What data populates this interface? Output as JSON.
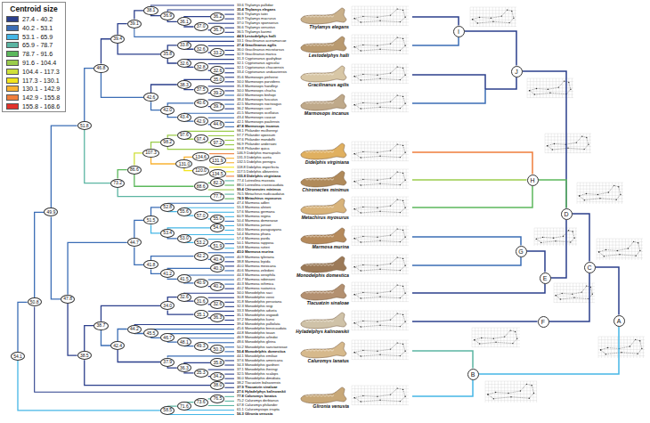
{
  "diagram": {
    "nodes": [
      {
        "text": [
          "54.1"
        ]
      },
      {
        "text": [
          "50.8"
        ]
      },
      {
        "text": [
          "49.9"
        ]
      },
      {
        "text": [
          "51.8"
        ]
      },
      {
        "text": [
          "46.8"
        ]
      },
      {
        "text": [
          "39.4"
        ]
      },
      {
        "text": [
          "39.1"
        ]
      },
      {
        "text": [
          "38.1"
        ]
      },
      {
        "text": [
          "36.9"
        ]
      },
      {
        "text": [
          "36.1"
        ]
      },
      {
        "text": [
          "36.2"
        ]
      },
      {
        "text": [
          "37.0"
        ]
      },
      {
        "text": [
          "36.7"
        ]
      },
      {
        "text": [
          "35.8"
        ]
      },
      {
        "text": [
          "33.8"
        ]
      },
      {
        "text": [
          "32.6"
        ]
      },
      {
        "text": [
          "33.2"
        ]
      },
      {
        "text": [
          "32.6"
        ]
      },
      {
        "text": [
          "32.8"
        ]
      },
      {
        "text": [
          "32.6"
        ]
      },
      {
        "text": [
          "42.6"
        ]
      },
      {
        "text": [
          "38.3"
        ]
      },
      {
        "text": [
          "35.0"
        ]
      },
      {
        "text": [
          "37.5"
        ]
      },
      {
        "text": [
          "39.2"
        ]
      },
      {
        "text": [
          "42.0"
        ]
      },
      {
        "text": [
          "40.6"
        ]
      },
      {
        "text": [
          "39.7"
        ]
      },
      {
        "text": [
          "43.4"
        ]
      },
      {
        "text": [
          "42.9"
        ]
      },
      {
        "text": [
          "44.6"
        ]
      },
      {
        "text": [
          "73.2"
        ]
      },
      {
        "text": [
          "86.6"
        ]
      },
      {
        "text": [
          "107.3"
        ]
      },
      {
        "text": [
          "98.2"
        ]
      },
      {
        "text": [
          "97.6"
        ]
      },
      {
        "text": [
          "97.4"
        ]
      },
      {
        "text": [
          "97.2"
        ]
      },
      {
        "text": [
          "131.0"
        ]
      },
      {
        "text": [
          "134.6"
        ]
      },
      {
        "text": [
          "131.9"
        ]
      },
      {
        "text": [
          "120.0"
        ]
      },
      {
        "text": [
          "134.5"
        ]
      },
      {
        "text": [
          "88.6"
        ]
      },
      {
        "text": [
          "82.3"
        ]
      },
      {
        "text": [
          "77.7"
        ]
      },
      {
        "text": [
          "47.8"
        ]
      },
      {
        "text": [
          "44.7"
        ]
      },
      {
        "text": [
          "51.5"
        ]
      },
      {
        "text": [
          "52.8"
        ]
      },
      {
        "text": [
          "55.6"
        ]
      },
      {
        "text": [
          "57.0"
        ]
      },
      {
        "text": [
          "55.0"
        ]
      },
      {
        "text": [
          "53.4"
        ]
      },
      {
        "text": [
          "54.6"
        ]
      },
      {
        "text": [
          "53.0"
        ]
      },
      {
        "text": [
          "53.2"
        ]
      },
      {
        "text": [
          "51.9"
        ]
      },
      {
        "text": [
          "41.8"
        ]
      },
      {
        "text": [
          "42.2"
        ]
      },
      {
        "text": [
          "40.4"
        ]
      },
      {
        "text": [
          "41.2"
        ]
      },
      {
        "text": [
          "40.3"
        ]
      },
      {
        "text": [
          "41.5"
        ]
      },
      {
        "text": [
          "40.9"
        ]
      },
      {
        "text": [
          "40.2"
        ]
      },
      {
        "text": [
          "38.5"
        ]
      },
      {
        "text": [
          "38.7"
        ]
      },
      {
        "text": [
          "34.0"
        ]
      },
      {
        "text": [
          "32.6"
        ]
      },
      {
        "text": [
          "31.6"
        ]
      },
      {
        "text": [
          "32.6"
        ]
      },
      {
        "text": [
          "35.1"
        ]
      },
      {
        "text": [
          "36.3"
        ]
      },
      {
        "text": [
          "42.4"
        ]
      },
      {
        "text": [
          "44.2"
        ]
      },
      {
        "text": [
          "45.5"
        ]
      },
      {
        "text": [
          "46.7"
        ]
      },
      {
        "text": [
          "48.1"
        ]
      },
      {
        "text": [
          "49.3"
        ]
      },
      {
        "text": [
          "50.3"
        ]
      },
      {
        "text": [
          "37.9"
        ]
      },
      {
        "text": [
          "36.3"
        ]
      },
      {
        "text": [
          "35.8"
        ]
      },
      {
        "text": [
          "35.3"
        ]
      },
      {
        "text": [
          "34.2"
        ]
      },
      {
        "text": [
          "38.0"
        ]
      },
      {
        "text": [
          "58.5"
        ]
      },
      {
        "text": [
          "71.6"
        ]
      },
      {
        "text": [
          "73.6"
        ]
      },
      {
        "text": [
          "76.5"
        ]
      },
      {
        "text": [
          "A"
        ]
      },
      {
        "text": [
          "B"
        ]
      },
      {
        "text": [
          "C"
        ]
      },
      {
        "text": [
          "D"
        ]
      },
      {
        "text": [
          "E"
        ]
      },
      {
        "text": [
          "F"
        ]
      },
      {
        "text": [
          "G"
        ]
      },
      {
        "text": [
          "H"
        ]
      },
      {
        "text": [
          "I"
        ]
      },
      {
        "text": [
          "J"
        ]
      }
    ],
    "edges": [
      {
        "from": 0,
        "to": 1,
        "arrow": "none"
      },
      {
        "from": 1,
        "to": 2,
        "arrow": "none"
      },
      {
        "from": 2,
        "to": 3,
        "arrow": "none"
      },
      {
        "from": 3,
        "to": 4,
        "arrow": "none"
      },
      {
        "from": 4,
        "to": 5,
        "arrow": "none"
      },
      {
        "from": 5,
        "to": 6,
        "arrow": "none"
      },
      {
        "from": 6,
        "to": 7,
        "arrow": "none"
      },
      {
        "from": 7,
        "to": 8,
        "arrow": "none"
      },
      {
        "from": 8,
        "to": 9,
        "arrow": "none"
      },
      {
        "from": 9,
        "to": 10,
        "arrow": "none"
      },
      {
        "from": 9,
        "to": 11,
        "arrow": "none"
      },
      {
        "from": 11,
        "to": 12,
        "arrow": "none"
      },
      {
        "from": 5,
        "to": 13,
        "arrow": "none"
      },
      {
        "from": 13,
        "to": 14,
        "arrow": "none"
      },
      {
        "from": 14,
        "to": 15,
        "arrow": "none"
      },
      {
        "from": 15,
        "to": 16,
        "arrow": "none"
      },
      {
        "from": 13,
        "to": 17,
        "arrow": "none"
      },
      {
        "from": 17,
        "to": 18,
        "arrow": "none"
      },
      {
        "from": 18,
        "to": 19,
        "arrow": "none"
      },
      {
        "from": 4,
        "to": 20,
        "arrow": "none"
      },
      {
        "from": 20,
        "to": 21,
        "arrow": "none"
      },
      {
        "from": 21,
        "to": 22,
        "arrow": "none"
      },
      {
        "from": 21,
        "to": 23,
        "arrow": "none"
      },
      {
        "from": 23,
        "to": 24,
        "arrow": "none"
      },
      {
        "from": 20,
        "to": 25,
        "arrow": "none"
      },
      {
        "from": 25,
        "to": 26,
        "arrow": "none"
      },
      {
        "from": 26,
        "to": 27,
        "arrow": "none"
      },
      {
        "from": 25,
        "to": 28,
        "arrow": "none"
      },
      {
        "from": 28,
        "to": 29,
        "arrow": "none"
      },
      {
        "from": 29,
        "to": 30,
        "arrow": "none"
      },
      {
        "from": 3,
        "to": 31,
        "arrow": "none"
      },
      {
        "from": 31,
        "to": 32,
        "arrow": "none"
      },
      {
        "from": 32,
        "to": 33,
        "arrow": "none"
      },
      {
        "from": 33,
        "to": 34,
        "arrow": "none"
      },
      {
        "from": 34,
        "to": 35,
        "arrow": "none"
      },
      {
        "from": 35,
        "to": 36,
        "arrow": "none"
      },
      {
        "from": 36,
        "to": 37,
        "arrow": "none"
      },
      {
        "from": 33,
        "to": 38,
        "arrow": "none"
      },
      {
        "from": 38,
        "to": 39,
        "arrow": "none"
      },
      {
        "from": 39,
        "to": 40,
        "arrow": "none"
      },
      {
        "from": 38,
        "to": 41,
        "arrow": "none"
      },
      {
        "from": 41,
        "to": 42,
        "arrow": "none"
      },
      {
        "from": 32,
        "to": 43,
        "arrow": "none"
      },
      {
        "from": 43,
        "to": 44,
        "arrow": "none"
      },
      {
        "from": 31,
        "to": 45,
        "arrow": "none"
      },
      {
        "from": 2,
        "to": 46,
        "arrow": "none"
      },
      {
        "from": 46,
        "to": 47,
        "arrow": "none"
      },
      {
        "from": 47,
        "to": 48,
        "arrow": "none"
      },
      {
        "from": 48,
        "to": 49,
        "arrow": "none"
      },
      {
        "from": 49,
        "to": 50,
        "arrow": "none"
      },
      {
        "from": 50,
        "to": 51,
        "arrow": "none"
      },
      {
        "from": 51,
        "to": 52,
        "arrow": "none"
      },
      {
        "from": 48,
        "to": 53,
        "arrow": "none"
      },
      {
        "from": 53,
        "to": 54,
        "arrow": "none"
      },
      {
        "from": 53,
        "to": 55,
        "arrow": "none"
      },
      {
        "from": 55,
        "to": 56,
        "arrow": "none"
      },
      {
        "from": 56,
        "to": 57,
        "arrow": "none"
      },
      {
        "from": 47,
        "to": 58,
        "arrow": "none"
      },
      {
        "from": 58,
        "to": 59,
        "arrow": "none"
      },
      {
        "from": 59,
        "to": 60,
        "arrow": "none"
      },
      {
        "from": 58,
        "to": 61,
        "arrow": "none"
      },
      {
        "from": 61,
        "to": 62,
        "arrow": "none"
      },
      {
        "from": 61,
        "to": 63,
        "arrow": "none"
      },
      {
        "from": 63,
        "to": 64,
        "arrow": "none"
      },
      {
        "from": 64,
        "to": 65,
        "arrow": "none"
      },
      {
        "from": 46,
        "to": 66,
        "arrow": "none"
      },
      {
        "from": 66,
        "to": 67,
        "arrow": "none"
      },
      {
        "from": 67,
        "to": 68,
        "arrow": "none"
      },
      {
        "from": 68,
        "to": 69,
        "arrow": "none"
      },
      {
        "from": 69,
        "to": 70,
        "arrow": "none"
      },
      {
        "from": 70,
        "to": 71,
        "arrow": "none"
      },
      {
        "from": 68,
        "to": 72,
        "arrow": "none"
      },
      {
        "from": 72,
        "to": 73,
        "arrow": "none"
      },
      {
        "from": 67,
        "to": 74,
        "arrow": "none"
      },
      {
        "from": 74,
        "to": 75,
        "arrow": "none"
      },
      {
        "from": 75,
        "to": 76,
        "arrow": "none"
      },
      {
        "from": 76,
        "to": 77,
        "arrow": "none"
      },
      {
        "from": 77,
        "to": 78,
        "arrow": "none"
      },
      {
        "from": 78,
        "to": 79,
        "arrow": "none"
      },
      {
        "from": 79,
        "to": 80,
        "arrow": "none"
      },
      {
        "from": 74,
        "to": 81,
        "arrow": "none"
      },
      {
        "from": 81,
        "to": 82,
        "arrow": "none"
      },
      {
        "from": 82,
        "to": 83,
        "arrow": "none"
      },
      {
        "from": 82,
        "to": 84,
        "arrow": "none"
      },
      {
        "from": 84,
        "to": 85,
        "arrow": "none"
      },
      {
        "from": 66,
        "to": 86,
        "arrow": "none"
      },
      {
        "from": 0,
        "to": 87,
        "arrow": "none"
      },
      {
        "from": 87,
        "to": 88,
        "arrow": "none"
      },
      {
        "from": 88,
        "to": 89,
        "arrow": "none"
      },
      {
        "from": 89,
        "to": 90,
        "arrow": "none"
      },
      {
        "from": 91,
        "to": 93,
        "arrow": "none"
      },
      {
        "from": 91,
        "to": 92,
        "arrow": "none"
      },
      {
        "from": 93,
        "to": 96,
        "arrow": "none"
      },
      {
        "from": 93,
        "to": 94,
        "arrow": "none"
      },
      {
        "from": 94,
        "to": 100,
        "arrow": "none"
      },
      {
        "from": 94,
        "to": 98,
        "arrow": "none"
      },
      {
        "from": 94,
        "to": 95,
        "arrow": "none"
      },
      {
        "from": 100,
        "to": 99,
        "arrow": "none"
      },
      {
        "from": 95,
        "to": 97,
        "arrow": "none"
      }
    ],
    "labels": [
      "33.6 Thylamys pallidior",
      "35.4 Thylamys elegans",
      "36.6 Thylamys tatei",
      "35.9 Thylamys macrurus",
      "37.0 Thylamys sponsorius",
      "36.6 Thylamys venustus",
      "36.5 Thylamys karimii",
      "44.9 Lestodelphys halli",
      "33.1 Gracilinanus aceramarcae",
      "27.4 Gracilinanus agilis",
      "36.0 Gracilinanus microtarsus",
      "32.9 Gracilinanus marica",
      "31.3 Cryptonanus guahybae",
      "32.1 Cryptonanus agricolai",
      "32.1 Cryptonanus chacoensis",
      "33.4 Cryptonanus unduaviensis",
      "35.6 Marmosops pinheiroi",
      "34.0 Marmosops parvidens",
      "35.3 Marmosops handleyi",
      "34.0 Marmosops chucha",
      "44.0 Marmosops bishopi",
      "38.4 Marmosops fuscatus",
      "42.5 Marmosops noctivagus",
      "36.2 Marmosops carri",
      "41.5 Marmosops ocellatus",
      "43.4 Marmosops caucae",
      "42.1 Marmosops paulensis",
      "47.8 Marmosops incanus",
      "98.1 Philander mcilhennyi",
      "97.7 Philander opossum",
      "97.6 Philander mondolfii",
      "96.9 Philander andersoni",
      "99.8 Philander quica",
      "146.9 Didelphis marsupialis",
      "131.3 Didelphis aurita",
      "132.5 Didelphis pernigra",
      "118.8 Didelphis imperfecta",
      "117.5 Didelphis albiventris",
      "155.8 Didelphis virginiana",
      "77.4 Lutreolina massoia",
      "88.0 Lutreolina crassicaudata",
      "99.4 Chironectes minimus",
      "76.5 Metachirus nudicaudatus",
      "78.9 Metachirus myosurus",
      "47.4 Marmosa adleri",
      "55.3 Marmosa alstoni",
      "57.6 Marmosa germana",
      "60.9 Marmosa regina",
      "50.4 Marmosa demerarae",
      "53.6 Marmosa jansae",
      "56.0 Marmosa paraguayana",
      "54.4 Marmosa phaea",
      "57.4 Marmosa parda",
      "50.1 Marmosa rapposa",
      "53.8 Marmosa rutteri",
      "43.0 Marmosa murina",
      "40.9 Marmosa tyleriana",
      "38.8 Marmosa lepida",
      "40.0 Marmosa mexicana",
      "40.6 Marmosa zeledoni",
      "44.3 Marmosa xerophila",
      "41.7 Marmosa robinsoni",
      "40.3 Marmosa isthmica",
      "40.2 Marmosa ruatanica",
      "34.0 Monodelphis saci",
      "30.8 Monodelphis vossi",
      "31.8 Monodelphis peruviana",
      "32.3 Monodelphis reigi",
      "33.3 Monodelphis adusta",
      "35.1 Monodelphis osgoodi",
      "37.2 Monodelphis kunsi",
      "39.4 Monodelphis palliolata",
      "45.6 Monodelphis brevicaudata",
      "44.8 Monodelphis touan",
      "46.9 Monodelphis arlindoi",
      "48.6 Monodelphis glirina",
      "50.2 Monodelphis sanctaerosae",
      "50.4 Monodelphis domestica",
      "44.1 Monodelphis emiliae",
      "37.6 Monodelphis americana",
      "34.3 Monodelphis gardneri",
      "37.1 Monodelphis iheringi",
      "32.5 Monodelphis scalops",
      "36.0 Monodelphis dimidiata",
      "38.2 Tlacuatzin balsasensis",
      "37.9 Tlacuatzin sinaloae",
      "27.6 Hyladelphys kalinowskii",
      "77.8 Caluromys lanatus",
      "75.2 Caluromys derbianus",
      "67.8 Caluromys philander",
      "61.1 Caluromysiops irrupta",
      "56.3 Glironia venusta",
      "Thylamys elegans",
      "Lestodelphys halli",
      "Gracilinanus agilis",
      "Marmosops incanus",
      "Didelphis virginiana",
      "Chironectes minimus",
      "Metachirus myosurus",
      "Marmosa murina",
      "Monodelphis domestica",
      "Tlacuatzin sinaloae",
      "Hyladelphys kalinowskii",
      "Caluromys lanatus",
      "Glironia venusta",
      "Centroid size"
    ],
    "legend": [
      {
        "text": "27.4 - 40.2",
        "color": "#2b3f8c"
      },
      {
        "text": "40.2 - 53.1",
        "color": "#3b6db5"
      },
      {
        "text": "53.1 - 65.9",
        "color": "#45b6e6"
      },
      {
        "text": "65.9 - 78.7",
        "color": "#5bb5a2"
      },
      {
        "text": "78.7 - 91.6",
        "color": "#5cb85c"
      },
      {
        "text": "91.6 - 104.4",
        "color": "#9bcc4b"
      },
      {
        "text": "104.4 - 117.3",
        "color": "#cfe03a"
      },
      {
        "text": "117.3 - 130.1",
        "color": "#f2e41d"
      },
      {
        "text": "130.1 - 142.9",
        "color": "#f9b233"
      },
      {
        "text": "142.9 - 155.8",
        "color": "#ef7e3b"
      },
      {
        "text": "155.8 - 168.6",
        "color": "#e2332b"
      }
    ]
  }
}
